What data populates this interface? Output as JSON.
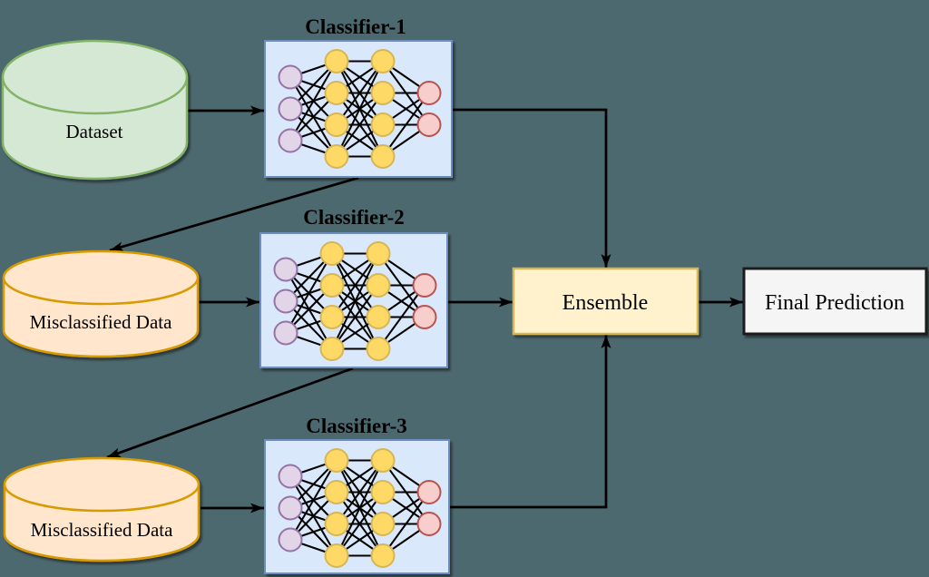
{
  "canvas": {
    "background": "#4d6970"
  },
  "nodes": {
    "dataset": {
      "label": "Dataset",
      "shape": "cylinder"
    },
    "classifier_1": {
      "label": "Classifier-1",
      "shape": "neural-network-box"
    },
    "classifier_2": {
      "label": "Classifier-2",
      "shape": "neural-network-box"
    },
    "classifier_3": {
      "label": "Classifier-3",
      "shape": "neural-network-box"
    },
    "misclassified_1": {
      "label": "Misclassified Data",
      "shape": "cylinder"
    },
    "misclassified_2": {
      "label": "Misclassified Data",
      "shape": "cylinder"
    },
    "ensemble": {
      "label": "Ensemble",
      "shape": "rectangle"
    },
    "final_prediction": {
      "label": "Final Prediction",
      "shape": "rectangle"
    }
  },
  "network": {
    "layers": [
      3,
      4,
      4,
      2
    ],
    "layer_palette": [
      0,
      1,
      1,
      2
    ],
    "palette": [
      {
        "name": "input-node",
        "fill": "#e1d5e7",
        "stroke": "#9673a6"
      },
      {
        "name": "hidden-node",
        "fill": "#ffd966",
        "stroke": "#d6b656"
      },
      {
        "name": "output-node",
        "fill": "#f8cecc",
        "stroke": "#b85450"
      }
    ]
  },
  "edges": [
    {
      "from": "dataset",
      "to": "classifier_1"
    },
    {
      "from": "classifier_1",
      "to": "misclassified_1"
    },
    {
      "from": "misclassified_1",
      "to": "classifier_2"
    },
    {
      "from": "classifier_2",
      "to": "misclassified_2"
    },
    {
      "from": "misclassified_2",
      "to": "classifier_3"
    },
    {
      "from": "classifier_1",
      "to": "ensemble"
    },
    {
      "from": "classifier_2",
      "to": "ensemble"
    },
    {
      "from": "classifier_3",
      "to": "ensemble"
    },
    {
      "from": "ensemble",
      "to": "final_prediction"
    }
  ],
  "colors": {
    "background": "#4d6970",
    "classifier_box_fill": "#dae8fc",
    "classifier_box_stroke": "#6c8ebf",
    "dataset_fill": "#d5e8d4",
    "dataset_stroke": "#82b366",
    "misclassified_fill": "#ffe6cc",
    "misclassified_stroke": "#d79b00",
    "ensemble_fill": "#fff2cc",
    "ensemble_stroke": "#d6b656",
    "final_fill": "#f5f5f5",
    "final_stroke": "#1a1a1a",
    "edge_color": "#000000"
  }
}
